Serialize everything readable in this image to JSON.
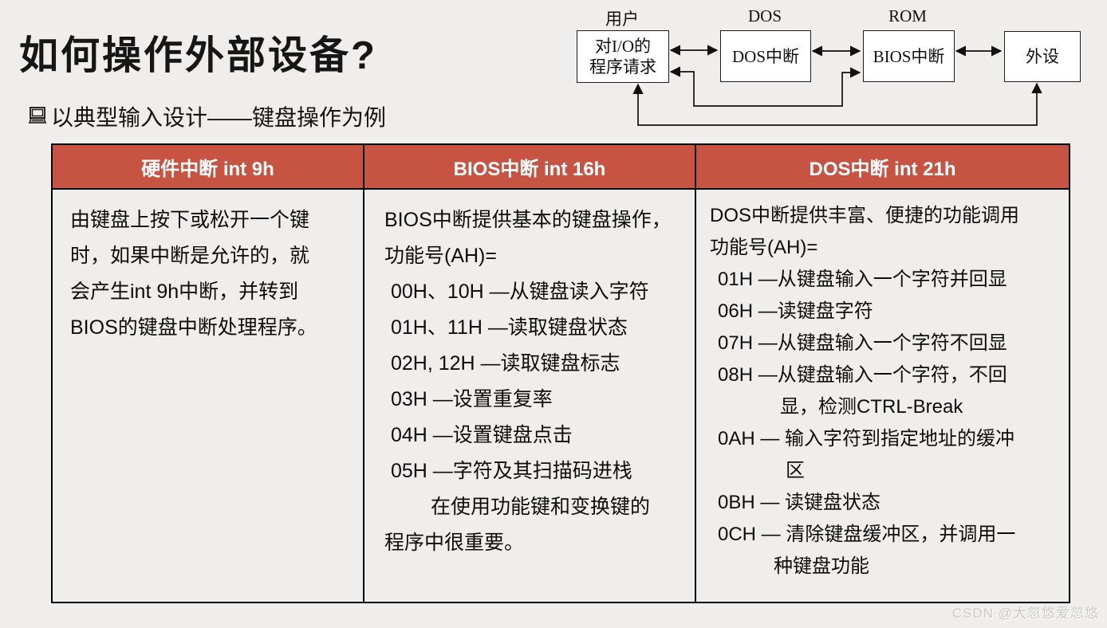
{
  "page": {
    "watermark": "CSDN @大忽悠爱忽悠",
    "colors": {
      "background": "#EFEEEC",
      "table_header_bg": "#C75442",
      "table_header_text": "#FFFFFF",
      "border": "#000000"
    }
  },
  "header": {
    "title": "如何操作外部设备?",
    "subtitle": "以典型输入设计——键盘操作为例",
    "subtitle_icon": "computer-icon"
  },
  "diagram": {
    "labels": {
      "user": "用户",
      "dos": "DOS",
      "rom": "ROM"
    },
    "boxes": {
      "request_line1": "对I/O的",
      "request_line2": "程序请求",
      "dos_interrupt": "DOS中断",
      "bios_interrupt": "BIOS中断",
      "peripheral": "外设"
    }
  },
  "table": {
    "columns": [
      {
        "header": "硬件中断 int 9h",
        "lines": [
          "由键盘上按下或松开一个键",
          "时，如果中断是允许的，就",
          "会产生int 9h中断，并转到",
          "BIOS的键盘中断处理程序。"
        ]
      },
      {
        "header": "BIOS中断 int 16h",
        "lines": [
          "BIOS中断提供基本的键盘操作，",
          "功能号(AH)=",
          "00H、10H —从键盘读入字符",
          "01H、11H —读取键盘状态",
          "02H, 12H —读取键盘标志",
          "03H —设置重复率",
          "04H —设置键盘点击",
          "05H —字符及其扫描码进栈",
          "在使用功能键和变换键的",
          "程序中很重要。"
        ]
      },
      {
        "header": "DOS中断 int 21h",
        "lines": [
          "DOS中断提供丰富、便捷的功能调用",
          "功能号(AH)=",
          "01H —从键盘输入一个字符并回显",
          "06H —读键盘字符",
          "07H —从键盘输入一个字符不回显",
          "08H —从键盘输入一个字符，不回",
          "显，检测CTRL-Break",
          "0AH — 输入字符到指定地址的缓冲",
          "区",
          "0BH — 读键盘状态",
          "0CH — 清除键盘缓冲区，并调用一",
          "种键盘功能"
        ]
      }
    ]
  }
}
